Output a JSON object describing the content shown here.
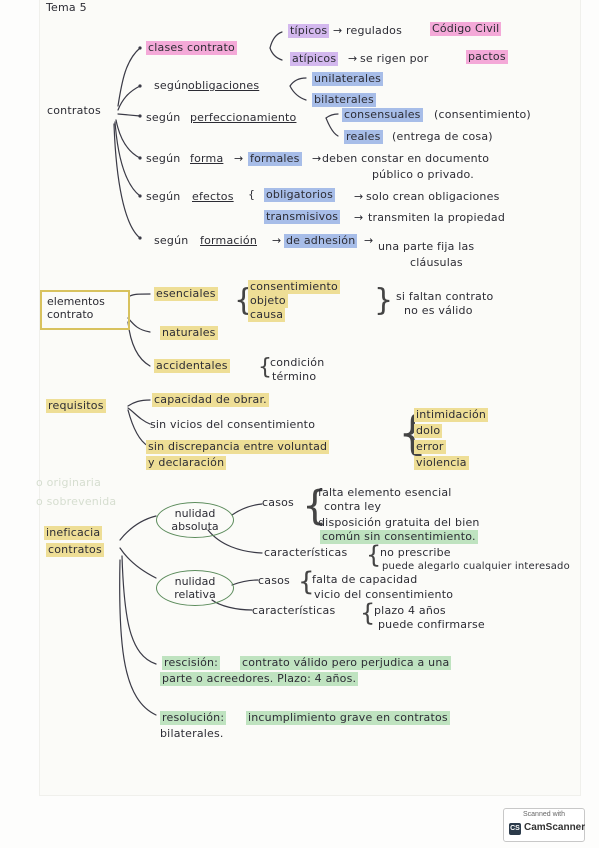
{
  "tema": "Tema 5",
  "root": "contratos",
  "clases": {
    "label": "clases contrato",
    "tipicos": "típicos",
    "tipicos_desc": "regulados",
    "codigo": "Código Civil",
    "atipicos": "atípicos",
    "atipicos_desc": "se rigen por",
    "pactos": "pactos"
  },
  "obligaciones": {
    "label_prefix": "según",
    "label": "obligaciones",
    "unilaterales": "unilaterales",
    "bilaterales": "bilaterales"
  },
  "perfeccionamiento": {
    "label_prefix": "según",
    "label": "perfeccionamiento",
    "consensuales": "consensuales",
    "consensuales_desc": "(consentimiento)",
    "reales": "reales",
    "reales_desc": "(entrega de cosa)"
  },
  "forma": {
    "label_prefix": "según",
    "label": "forma",
    "formales": "formales",
    "formales_desc_1": "deben constar en documento",
    "formales_desc_2": "público o privado."
  },
  "efectos": {
    "label_prefix": "según",
    "label": "efectos",
    "obligatorios": "obligatorios",
    "obligatorios_desc": "solo crean obligaciones",
    "transmisivos": "transmisivos",
    "transmisivos_desc": "transmiten la propiedad"
  },
  "formacion": {
    "label_prefix": "según",
    "label": "formación",
    "adhesion": "de adhesión",
    "adhesion_desc_1": "una parte fija las",
    "adhesion_desc_2": "cláusulas"
  },
  "elementos": {
    "label_1": "elementos",
    "label_2": "contrato",
    "esenciales": "esenciales",
    "consentimiento": "consentimiento",
    "objeto": "objeto",
    "causa": "causa",
    "esenciales_note_1": "si faltan contrato",
    "esenciales_note_2": "no es válido",
    "naturales": "naturales",
    "accidentales": "accidentales",
    "condicion": "condición",
    "termino": "término"
  },
  "requisitos": {
    "label": "requisitos",
    "capacidad": "capacidad de obrar.",
    "vicios": "sin vicios del consentimiento",
    "intimidacion": "intimidación",
    "dolo": "dolo",
    "error": "error",
    "violencia": "violencia",
    "discrepancia_1": "sin discrepancia entre voluntad",
    "discrepancia_2": "y declaración"
  },
  "ghost": {
    "originario": "o originaria",
    "sobrevenida": "o sobrevenida"
  },
  "ineficacia": {
    "label_1": "ineficacia",
    "label_2": "contratos",
    "nulidad_absoluta_1": "nulidad",
    "nulidad_absoluta_2": "absoluta",
    "casos": "casos",
    "falta_elemento_1": "falta elemento esencial",
    "falta_elemento_2": "contra ley",
    "disposicion_1": "disposición gratuita del bien",
    "disposicion_2": "común sin consentimiento.",
    "caracteristicas": "características",
    "no_prescribe": "no prescribe",
    "alegarlo": "puede alegarlo cualquier interesado",
    "nulidad_relativa_1": "nulidad",
    "nulidad_relativa_2": "relativa",
    "casos_rel": "casos",
    "falta_capacidad": "falta de capacidad",
    "vicio": "vicio del consentimiento",
    "caracteristicas_rel": "características",
    "plazo": "plazo 4 años",
    "confirmarse": "puede confirmarse",
    "rescision_label": "rescisión:",
    "rescision_1": "contrato válido pero perjudica a una",
    "rescision_2": "parte o acreedores. Plazo: 4 años.",
    "resolucion_label": "resolución:",
    "resolucion_1": "incumplimiento grave en contratos",
    "resolucion_2": "bilaterales."
  },
  "scanner": {
    "top": "Scanned with",
    "brand": "CamScanner"
  }
}
